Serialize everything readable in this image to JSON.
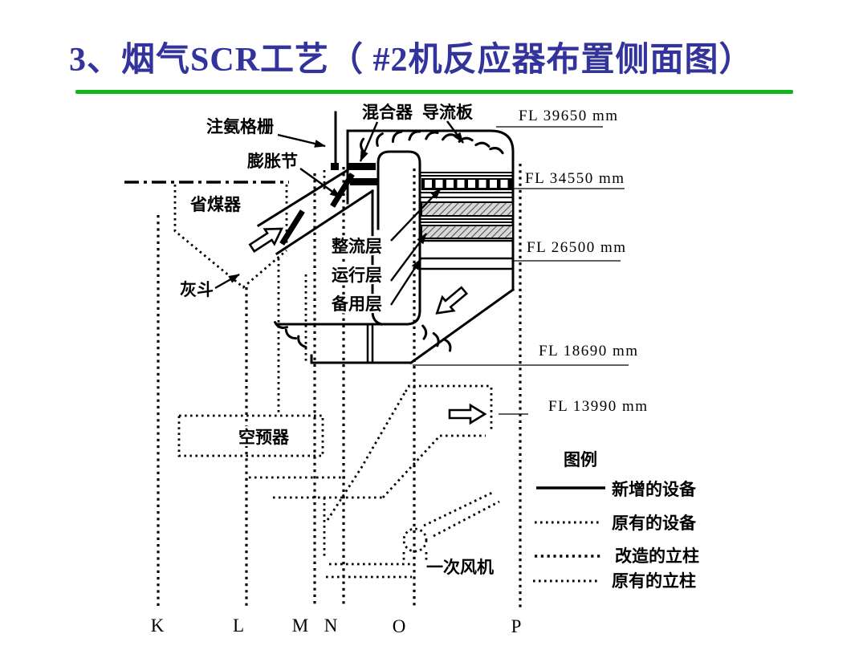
{
  "title": "3、烟气SCR工艺（ #2机反应器布置侧面图）",
  "diagram": {
    "labels": {
      "ammonia_grid": "注氨格栅",
      "expansion_joint": "膨胀节",
      "economizer": "省煤器",
      "ash_hopper": "灰斗",
      "mixer": "混合器",
      "guide_plate": "导流板",
      "rectifier_layer": "整流层",
      "operating_layer": "运行层",
      "spare_layer": "备用层",
      "air_preheater": "空预器",
      "primary_fan": "一次风机"
    },
    "elevations": [
      {
        "label": "FL 39650 mm"
      },
      {
        "label": "FL 34550 mm"
      },
      {
        "label": "FL 26500 mm"
      },
      {
        "label": "FL 18690 mm"
      },
      {
        "label": "FL 13990 mm"
      }
    ],
    "columns": [
      "K",
      "L",
      "M",
      "N",
      "O",
      "P"
    ],
    "legend": {
      "title": "图例",
      "entries": [
        {
          "label": "新增的设备",
          "style": "solid"
        },
        {
          "label": "原有的设备",
          "style": "dotted"
        },
        {
          "label": "改造的立柱",
          "style": "dotted-bold"
        },
        {
          "label": "原有的立柱",
          "style": "dotted"
        }
      ]
    }
  },
  "colors": {
    "title_text": "#33339C",
    "underline_green": "#12B41C",
    "line_black": "#000000",
    "catalyst_fill": "#D8D8D8"
  }
}
